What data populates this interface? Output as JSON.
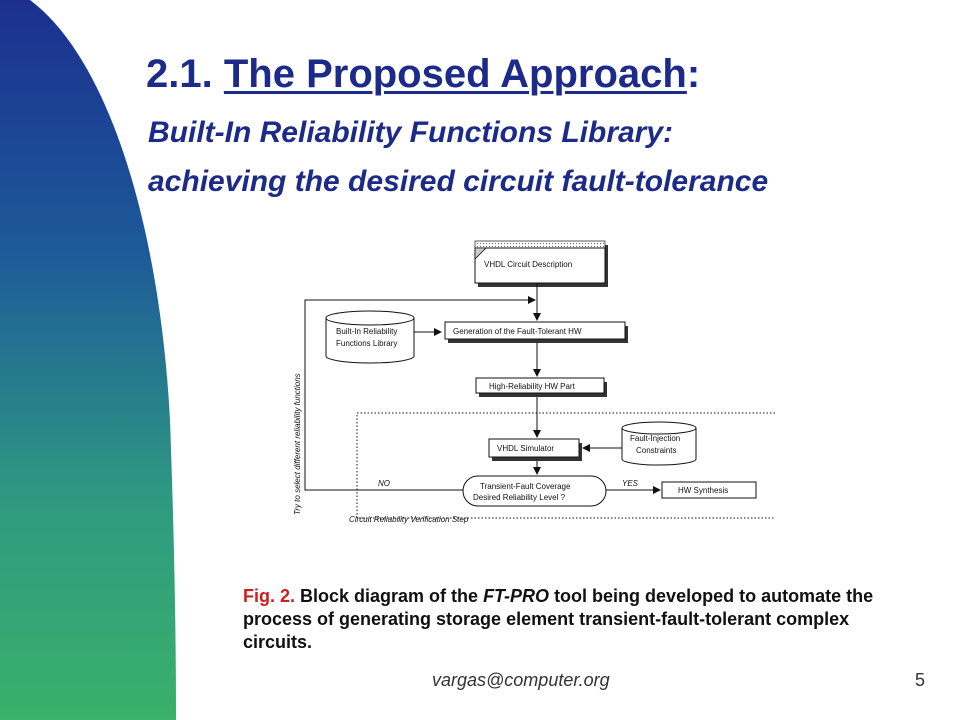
{
  "slide": {
    "title_number": "2.1.",
    "title_text": "The Proposed Approach",
    "title_colon": ":",
    "subtitle_line1": "Built-In Reliability Functions Library:",
    "subtitle_line2": "achieving the desired circuit fault-tolerance",
    "footer_email": "vargas@computer.org",
    "page_number": "5",
    "colors": {
      "title": "#1c2a8a",
      "caption_label": "#cc1f1f",
      "gradient_top": "#1b2f8f",
      "gradient_bottom": "#3ab06a"
    }
  },
  "caption": {
    "label": "Fig. 2.",
    "part1": " Block diagram of the ",
    "tool": "FT-PRO",
    "part2": " tool being developed to automate the process of generating storage element transient-fault-tolerant complex circuits."
  },
  "diagram": {
    "vhdl_desc": "VHDL Circuit Description",
    "lib_line1": "Built-In Reliability",
    "lib_line2": "Functions Library",
    "gen_ft": "Generation of the Fault-Tolerant HW",
    "high_rel": "High-Reliability HW Part",
    "vhdl_sim": "VHDL Simulator",
    "fi_line1": "Fault-Injection",
    "fi_line2": "Constraints",
    "decision_line1": "Transient-Fault Coverage",
    "decision_line2": "Desired Reliability Level ?",
    "yes": "YES",
    "no": "NO",
    "hw_synth": "HW Synthesis",
    "side_label": "Try to select different reliability functions",
    "step_label": "Circuit Reliability Verification Step"
  }
}
